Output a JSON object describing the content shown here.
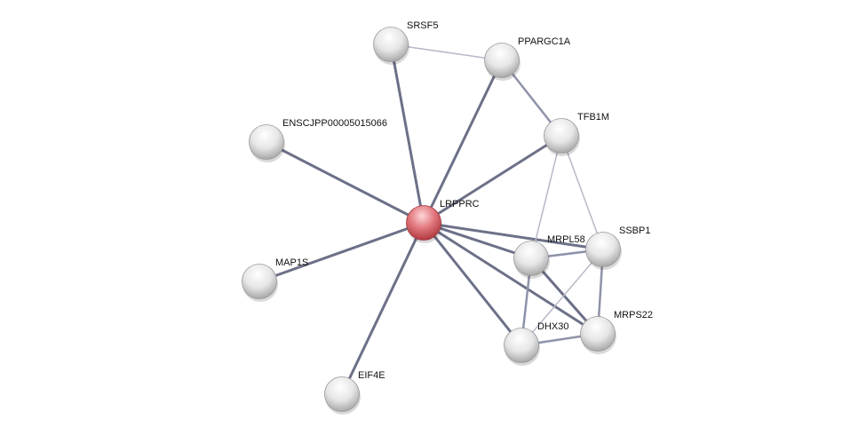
{
  "network": {
    "nodes": [
      {
        "id": "SRSF5",
        "label": "SRSF5",
        "query": false
      },
      {
        "id": "PPARGC1A",
        "label": "PPARGC1A",
        "query": false
      },
      {
        "id": "TFB1M",
        "label": "TFB1M",
        "query": false
      },
      {
        "id": "ENSCJPP00005015066",
        "label": "ENSCJPP00005015066",
        "query": false
      },
      {
        "id": "LRPPRC",
        "label": "LRPPRC",
        "query": true
      },
      {
        "id": "MRPL58",
        "label": "MRPL58",
        "query": false
      },
      {
        "id": "SSBP1",
        "label": "SSBP1",
        "query": false
      },
      {
        "id": "MAP1S",
        "label": "MAP1S",
        "query": false
      },
      {
        "id": "MRPS22",
        "label": "MRPS22",
        "query": false
      },
      {
        "id": "DHX30",
        "label": "DHX30",
        "query": false
      },
      {
        "id": "EIF4E",
        "label": "EIF4E",
        "query": false
      }
    ],
    "edges": [
      {
        "a": "LRPPRC",
        "b": "SRSF5",
        "strength": "strong"
      },
      {
        "a": "LRPPRC",
        "b": "PPARGC1A",
        "strength": "strong"
      },
      {
        "a": "LRPPRC",
        "b": "TFB1M",
        "strength": "strong"
      },
      {
        "a": "LRPPRC",
        "b": "ENSCJPP00005015066",
        "strength": "strong"
      },
      {
        "a": "LRPPRC",
        "b": "MAP1S",
        "strength": "strong"
      },
      {
        "a": "LRPPRC",
        "b": "EIF4E",
        "strength": "strong"
      },
      {
        "a": "LRPPRC",
        "b": "MRPL58",
        "strength": "strong"
      },
      {
        "a": "LRPPRC",
        "b": "SSBP1",
        "strength": "strong"
      },
      {
        "a": "LRPPRC",
        "b": "MRPS22",
        "strength": "strong"
      },
      {
        "a": "LRPPRC",
        "b": "DHX30",
        "strength": "strong"
      },
      {
        "a": "SRSF5",
        "b": "PPARGC1A",
        "strength": "weak"
      },
      {
        "a": "PPARGC1A",
        "b": "TFB1M",
        "strength": "medium"
      },
      {
        "a": "TFB1M",
        "b": "MRPL58",
        "strength": "weak"
      },
      {
        "a": "TFB1M",
        "b": "SSBP1",
        "strength": "weak"
      },
      {
        "a": "MRPL58",
        "b": "SSBP1",
        "strength": "medium"
      },
      {
        "a": "MRPL58",
        "b": "MRPS22",
        "strength": "strong"
      },
      {
        "a": "MRPL58",
        "b": "DHX30",
        "strength": "medium"
      },
      {
        "a": "SSBP1",
        "b": "MRPS22",
        "strength": "medium"
      },
      {
        "a": "SSBP1",
        "b": "DHX30",
        "strength": "weak"
      },
      {
        "a": "DHX30",
        "b": "MRPS22",
        "strength": "medium"
      }
    ]
  },
  "colors": {
    "query_node": "#e0606a",
    "node": "#e8e8e8",
    "edge_strong": "#6c7088",
    "edge_medium": "#8f93aa",
    "edge_weak": "#b8b8c8"
  }
}
